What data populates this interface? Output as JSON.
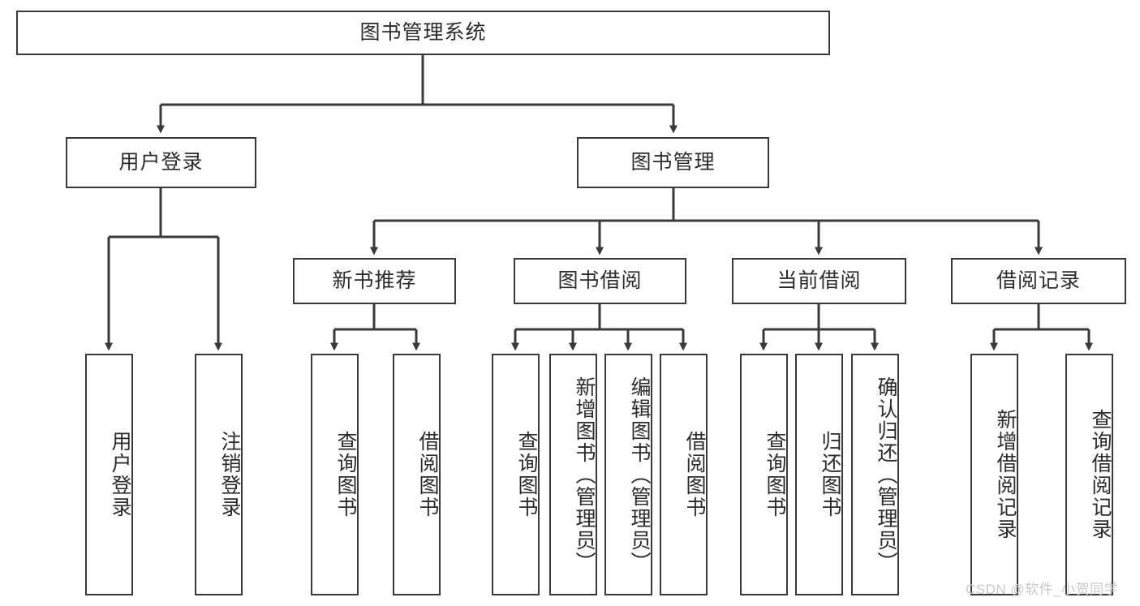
{
  "diagram": {
    "title": "图书管理系统",
    "type": "hierarchy-tree",
    "watermark": "CSDN @软件_小贺同学",
    "colors": {
      "box_border": "#3a3a3a",
      "box_fill": "#ffffff",
      "connector": "#3a3a3a",
      "text": "#2b2b2b",
      "watermark": "#c9c9c9"
    },
    "levels": [
      {
        "level": 1,
        "nodes": [
          {
            "id": "root",
            "label": "图书管理系统",
            "orientation": "horizontal"
          }
        ]
      },
      {
        "level": 2,
        "nodes": [
          {
            "id": "user-login",
            "label": "用户登录",
            "orientation": "horizontal",
            "parent": "root"
          },
          {
            "id": "book-manage",
            "label": "图书管理",
            "orientation": "horizontal",
            "parent": "root"
          }
        ]
      },
      {
        "level": 3,
        "nodes": [
          {
            "id": "new-book-rec",
            "label": "新书推荐",
            "orientation": "horizontal",
            "parent": "book-manage"
          },
          {
            "id": "book-borrow",
            "label": "图书借阅",
            "orientation": "horizontal",
            "parent": "book-manage"
          },
          {
            "id": "current-borrow",
            "label": "当前借阅",
            "orientation": "horizontal",
            "parent": "book-manage"
          },
          {
            "id": "borrow-record",
            "label": "借阅记录",
            "orientation": "horizontal",
            "parent": "book-manage"
          }
        ]
      },
      {
        "level": 4,
        "nodes": [
          {
            "id": "leaf-user-login",
            "label": "用户登录",
            "orientation": "vertical",
            "parent": "user-login"
          },
          {
            "id": "leaf-logout",
            "label": "注销登录",
            "orientation": "vertical",
            "parent": "user-login"
          },
          {
            "id": "leaf-query-book-1",
            "label": "查询图书",
            "orientation": "vertical",
            "parent": "new-book-rec"
          },
          {
            "id": "leaf-borrow-book-1",
            "label": "借阅图书",
            "orientation": "vertical",
            "parent": "new-book-rec"
          },
          {
            "id": "leaf-query-book-2",
            "label": "查询图书",
            "orientation": "vertical",
            "parent": "book-borrow"
          },
          {
            "id": "leaf-add-book",
            "label": "新增图书（管理员）",
            "orientation": "vertical",
            "parent": "book-borrow"
          },
          {
            "id": "leaf-edit-book",
            "label": "编辑图书（管理员）",
            "orientation": "vertical",
            "parent": "book-borrow"
          },
          {
            "id": "leaf-borrow-book-2",
            "label": "借阅图书",
            "orientation": "vertical",
            "parent": "book-borrow"
          },
          {
            "id": "leaf-query-book-3",
            "label": "查询图书",
            "orientation": "vertical",
            "parent": "current-borrow"
          },
          {
            "id": "leaf-return-book",
            "label": "归还图书",
            "orientation": "vertical",
            "parent": "current-borrow"
          },
          {
            "id": "leaf-confirm-return",
            "label": "确认归还（管理员）",
            "orientation": "vertical",
            "parent": "current-borrow"
          },
          {
            "id": "leaf-add-record",
            "label": "新增借阅记录",
            "orientation": "vertical",
            "parent": "borrow-record"
          },
          {
            "id": "leaf-query-record",
            "label": "查询借阅记录",
            "orientation": "vertical",
            "parent": "borrow-record"
          }
        ]
      }
    ]
  }
}
